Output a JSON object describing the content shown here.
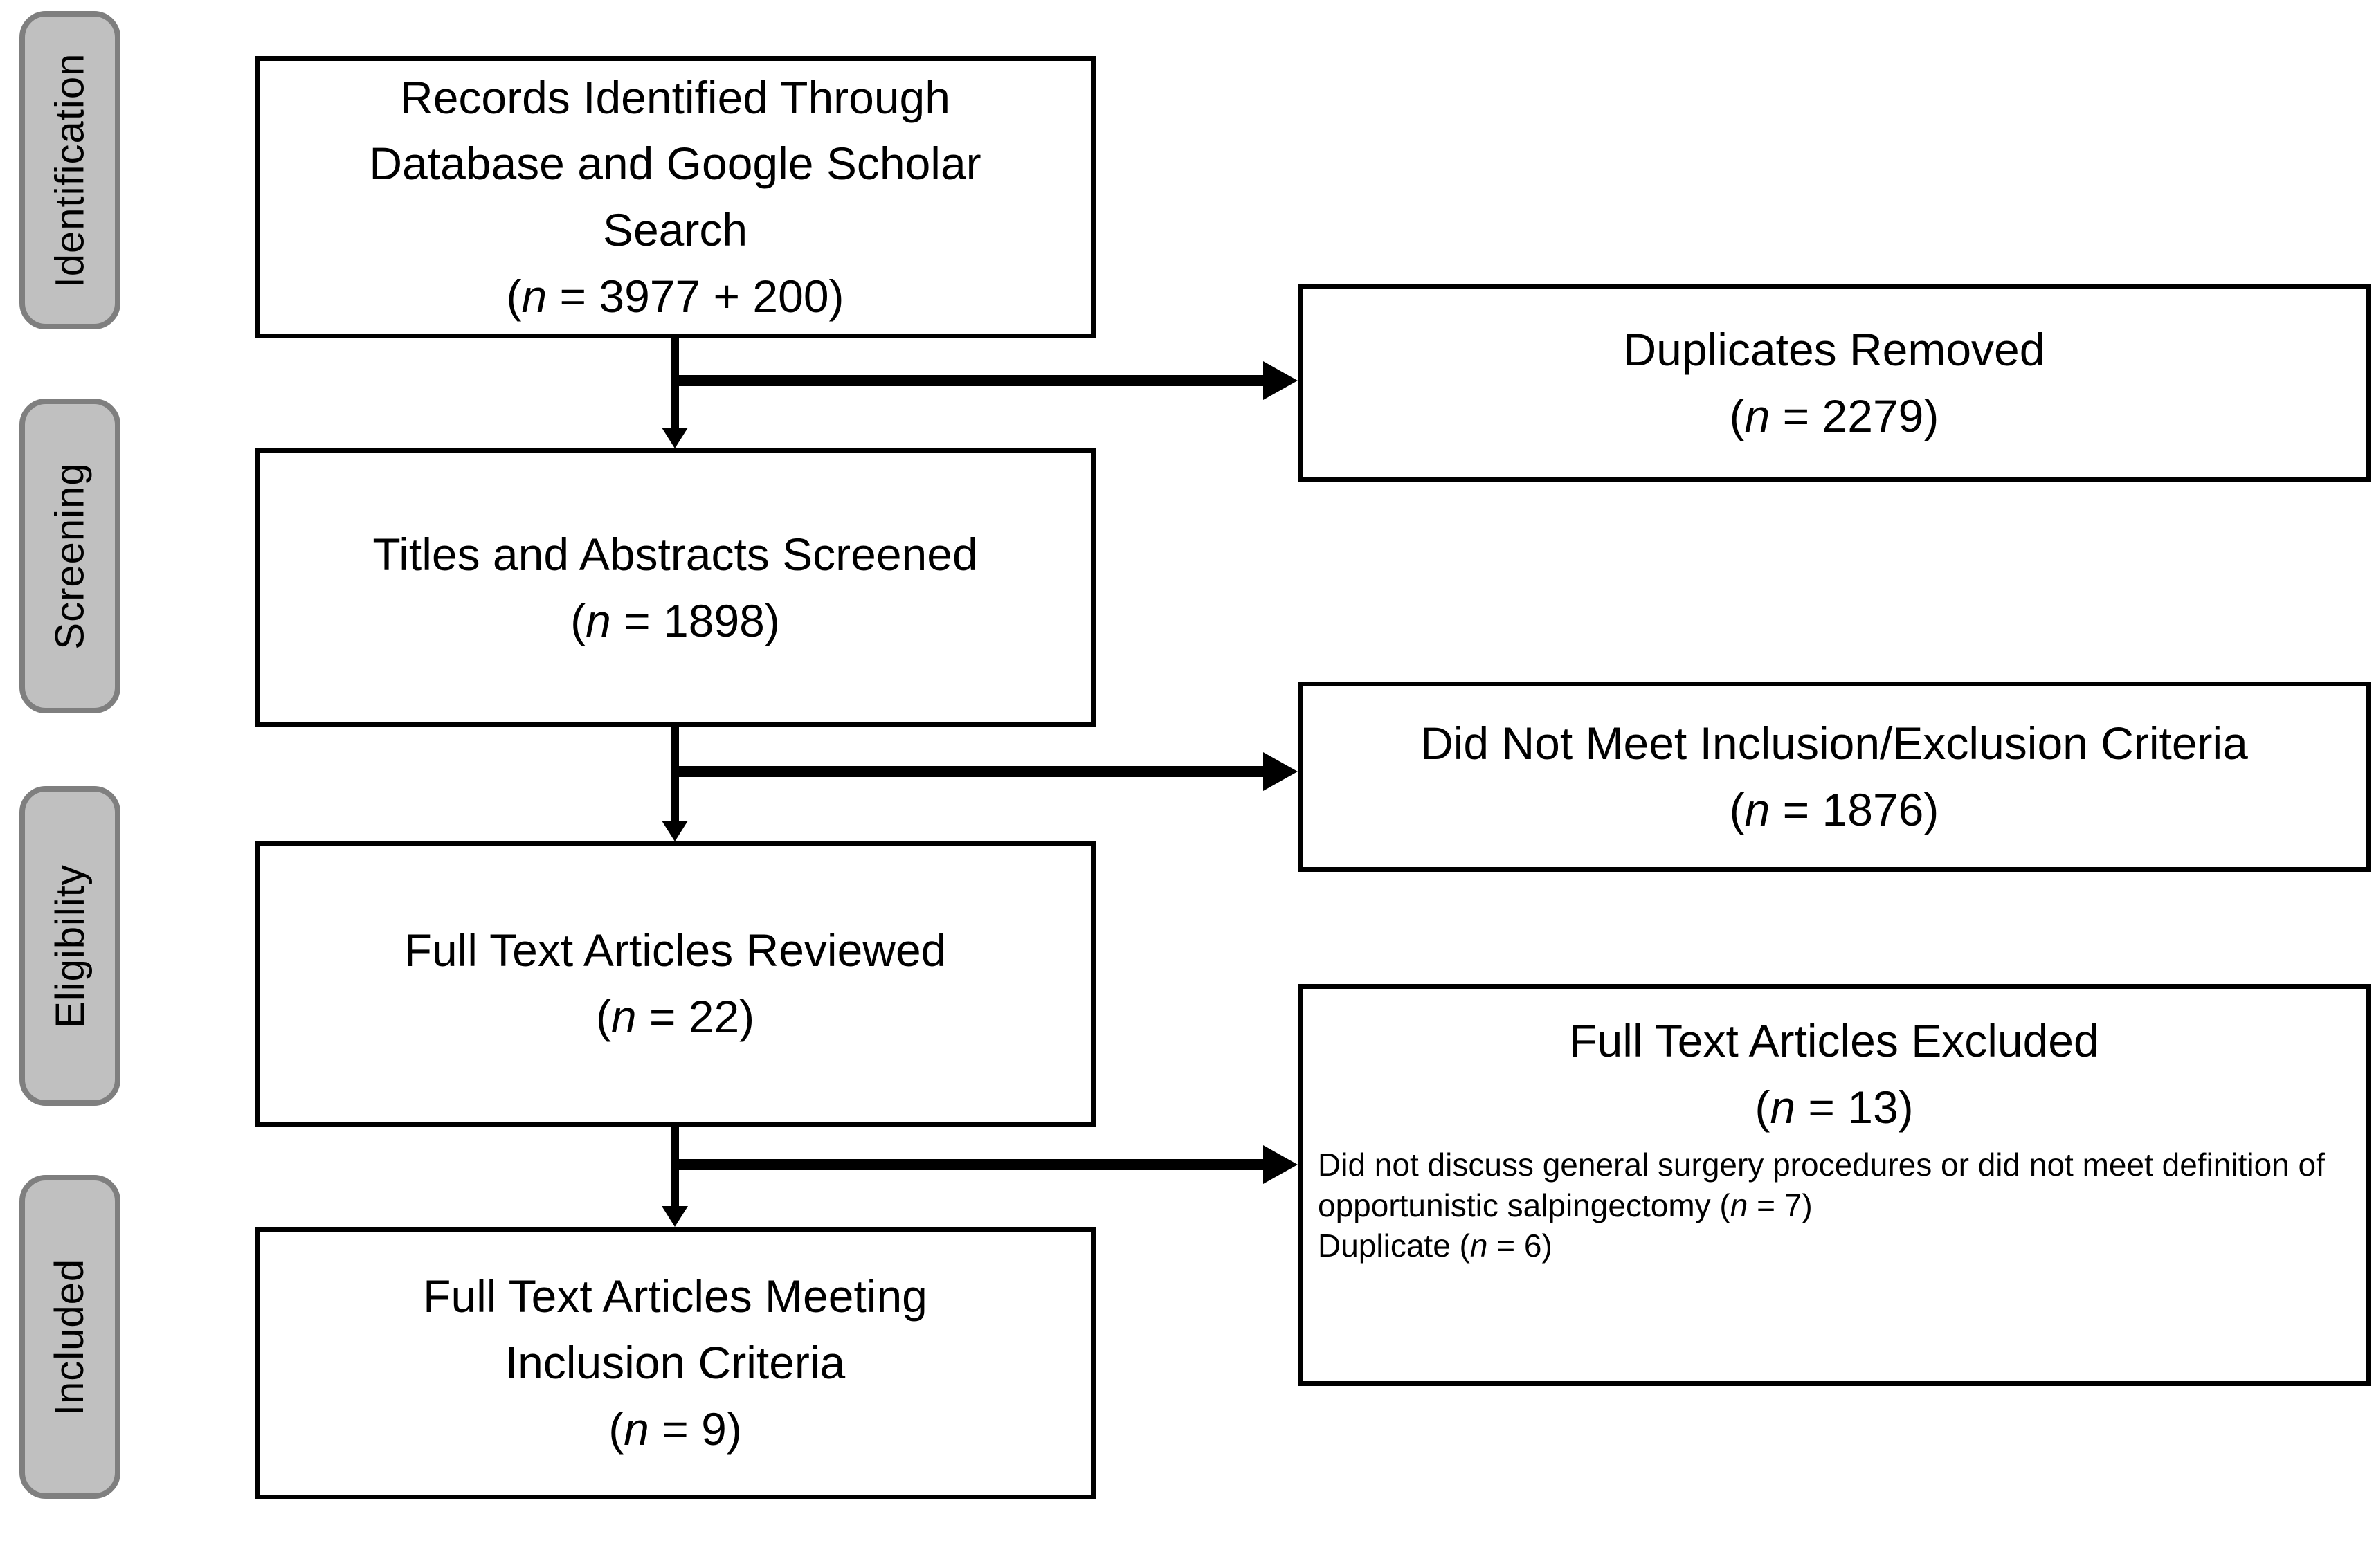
{
  "sidebar": {
    "items": [
      {
        "label": "Identification"
      },
      {
        "label": "Screening"
      },
      {
        "label": "Eligibility"
      },
      {
        "label": "Included"
      }
    ]
  },
  "boxes": {
    "identified": {
      "lines": [
        "Records Identified Through",
        "Database and Google Scholar",
        "Search"
      ],
      "count": {
        "pre": "(",
        "var": "n",
        "post": " = 3977 + 200)"
      }
    },
    "screened": {
      "lines": [
        "Titles and Abstracts Screened"
      ],
      "count": {
        "pre": "(",
        "var": "n",
        "post": " = 1898)"
      }
    },
    "reviewed": {
      "lines": [
        "Full Text Articles Reviewed"
      ],
      "count": {
        "pre": "(",
        "var": "n",
        "post": " = 22)"
      }
    },
    "meeting_inclusion": {
      "lines": [
        "Full Text Articles Meeting",
        "Inclusion Criteria"
      ],
      "count": {
        "pre": "(",
        "var": "n",
        "post": " = 9)"
      }
    },
    "duplicates_removed": {
      "lines": [
        "Duplicates Removed"
      ],
      "count": {
        "pre": "(",
        "var": "n",
        "post": " = 2279)"
      }
    },
    "did_not_meet_criteria": {
      "lines": [
        "Did Not Meet Inclusion/Exclusion Criteria"
      ],
      "count": {
        "pre": "(",
        "var": "n",
        "post": " = 1876)"
      }
    },
    "full_text_excluded": {
      "lines": [
        "Full Text Articles Excluded"
      ],
      "count": {
        "pre": "(",
        "var": "n",
        "post": " = 13)"
      },
      "reasons": [
        {
          "pre": "Did not discuss general surgery procedures or did not meet definition of opportunistic salpingectomy (",
          "var": "n",
          "post": " = 7)"
        },
        {
          "pre": "Duplicate (",
          "var": "n",
          "post": " = 6)"
        }
      ]
    }
  },
  "icons": {
    "flow_down": "arrow-down",
    "branch_right": "arrow-right"
  },
  "colors": {
    "background": "#ffffff",
    "box_border": "#000000",
    "sidebar_fill": "#c0c0c0",
    "sidebar_border": "#7f7f7f",
    "arrow": "#000000",
    "text": "#000000"
  }
}
